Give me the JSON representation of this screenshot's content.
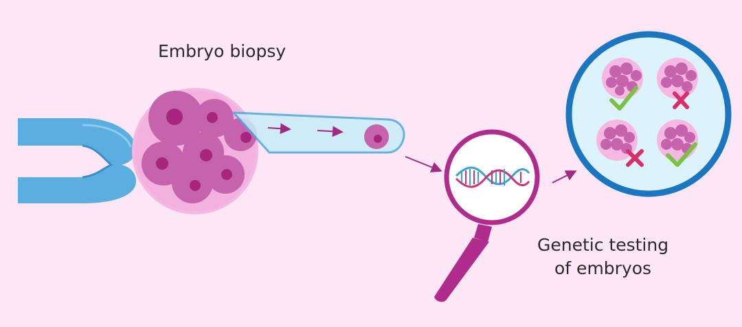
{
  "labels": {
    "biopsy": "Embryo biopsy",
    "genetic_line1": "Genetic testing",
    "genetic_line2": "of embryos"
  },
  "colors": {
    "background": "#fde6f6",
    "pipette_blue": "#5aaee0",
    "pipette_light": "#c8ecf8",
    "cell_purple": "#c060a8",
    "nucleus": "#a8257f",
    "magnifier": "#b02c8c",
    "dna_blue": "#3b9fd8",
    "dna_pink": "#d0307a",
    "circle_border": "#1a76c0",
    "check_green": "#7cc242",
    "cross_red": "#d92e6c"
  },
  "results": [
    {
      "position": "top-left",
      "mark": "check"
    },
    {
      "position": "top-right",
      "mark": "cross"
    },
    {
      "position": "bottom-left",
      "mark": "cross"
    },
    {
      "position": "bottom-right",
      "mark": "check"
    }
  ],
  "icons": {
    "holding_pipette": "holding-pipette-icon",
    "biopsy_pipette": "biopsy-pipette-icon",
    "magnifier": "magnifier-icon",
    "dna": "dna-icon",
    "check": "check-icon",
    "cross": "cross-icon"
  }
}
